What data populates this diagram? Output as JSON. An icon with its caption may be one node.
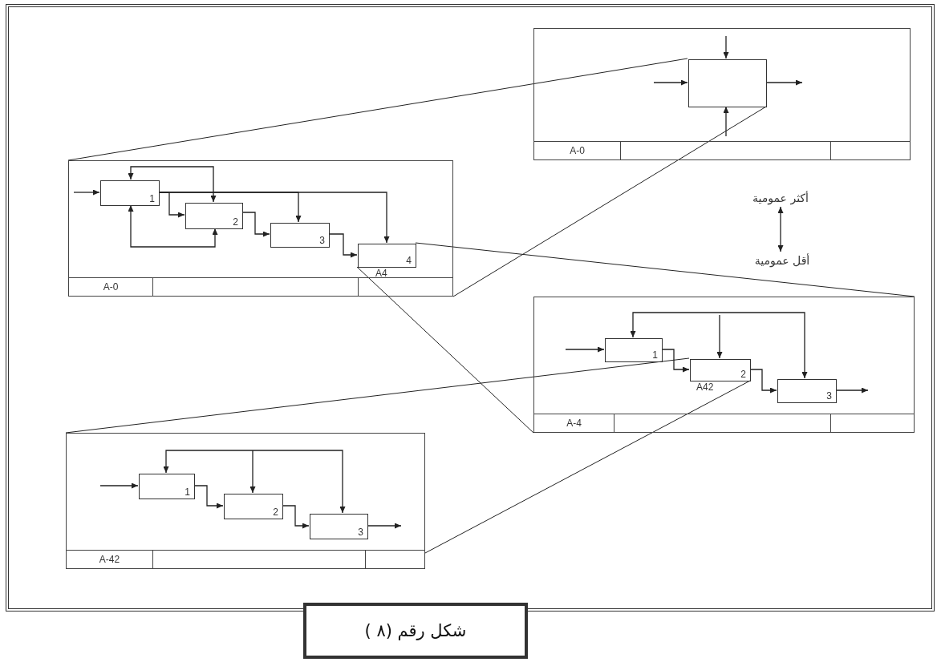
{
  "diagram": {
    "caption": "شكل رقم (٨ )",
    "nodes": [
      {
        "text": [],
        "shape": "box"
      },
      {
        "text": [],
        "shape": "box",
        "in": 0
      },
      {
        "text": [],
        "shape": "box"
      },
      {
        "text": [
          "1"
        ],
        "in": 2
      },
      {
        "text": [
          "2"
        ],
        "in": 2
      },
      {
        "text": [
          "3"
        ],
        "in": 2
      },
      {
        "text": [
          "4"
        ],
        "in": 2,
        "beside": [
          "A4"
        ]
      },
      {
        "text": [],
        "shape": "box"
      },
      {
        "text": [
          "1"
        ],
        "in": 7
      },
      {
        "text": [
          "2"
        ],
        "in": 7,
        "beside": [
          "A42"
        ]
      },
      {
        "text": [
          "3"
        ],
        "in": 7
      },
      {
        "text": [],
        "shape": "box"
      },
      {
        "text": [
          "1"
        ],
        "in": 11
      },
      {
        "text": [
          "2"
        ],
        "in": 11
      },
      {
        "text": [
          "3"
        ],
        "in": 11
      },
      {
        "text": [
          "أكثر عمومية"
        ]
      },
      {
        "text": [
          "أقل عمومية"
        ]
      }
    ],
    "edges": [
      {
        "from": null,
        "to": 1,
        "arrow": "to"
      },
      {
        "from": null,
        "to": 1,
        "arrow": "to"
      },
      {
        "from": null,
        "to": 1,
        "arrow": "to"
      },
      {
        "from": 1,
        "to": null,
        "arrow": "to"
      },
      {
        "from": null,
        "to": 3,
        "arrow": "to"
      },
      {
        "from": 3,
        "to": 4,
        "arrow": "to"
      },
      {
        "from": 3,
        "to": 5,
        "arrow": "to"
      },
      {
        "from": 3,
        "to": 6,
        "arrow": "to"
      },
      {
        "from": 3,
        "to": 4,
        "arrow": "both"
      },
      {
        "from": 3,
        "to": 4,
        "arrow": "both"
      },
      {
        "from": 4,
        "to": 5,
        "arrow": "to"
      },
      {
        "from": 5,
        "to": 6,
        "arrow": "to"
      },
      {
        "from": null,
        "to": 8,
        "arrow": "to"
      },
      {
        "from": 8,
        "to": 9,
        "arrow": "to"
      },
      {
        "from": 9,
        "to": 10,
        "arrow": "to"
      },
      {
        "from": 10,
        "to": null,
        "arrow": "to"
      },
      {
        "from": 8,
        "to": 10,
        "arrow": "both"
      },
      {
        "from": null,
        "to": 9,
        "arrow": "to"
      },
      {
        "from": null,
        "to": 12,
        "arrow": "to"
      },
      {
        "from": 12,
        "to": 13,
        "arrow": "to"
      },
      {
        "from": 13,
        "to": 14,
        "arrow": "to"
      },
      {
        "from": 14,
        "to": null,
        "arrow": "to"
      },
      {
        "from": 12,
        "to": 14,
        "arrow": "both"
      },
      {
        "from": null,
        "to": 13,
        "arrow": "to"
      },
      {
        "from": 15,
        "to": 16,
        "arrow": "both"
      },
      {
        "from": 1,
        "to": 2,
        "arrow": "none"
      },
      {
        "from": 1,
        "to": 2,
        "arrow": "none"
      },
      {
        "from": 6,
        "to": 7,
        "arrow": "none"
      },
      {
        "from": 6,
        "to": 7,
        "arrow": "none"
      },
      {
        "from": 9,
        "to": 11,
        "arrow": "none"
      },
      {
        "from": 9,
        "to": 11,
        "arrow": "none"
      }
    ],
    "labels": [
      "A-0",
      "A-0",
      "A-4",
      "A-42"
    ]
  }
}
